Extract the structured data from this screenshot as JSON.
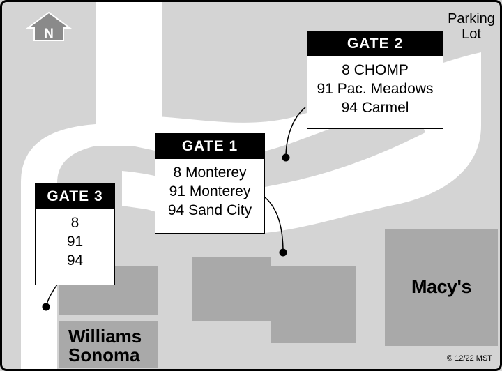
{
  "map": {
    "colors": {
      "background": "#d4d4d4",
      "building": "#a9a9a9",
      "road": "#ffffff",
      "border": "#000000"
    },
    "north_symbol": "N",
    "labels": {
      "parking": [
        "Parking",
        "Lot"
      ],
      "macys": "Macy's",
      "williams_sonoma": [
        "Williams",
        "Sonoma"
      ],
      "copyright": "© 12/22 MST"
    },
    "gates": [
      {
        "title": "GATE 1",
        "routes": [
          "8 Monterey",
          "91 Monterey",
          "94 Sand City"
        ]
      },
      {
        "title": "GATE 2",
        "routes": [
          "8 CHOMP",
          "91 Pac. Meadows",
          "94 Carmel"
        ]
      },
      {
        "title": "GATE 3",
        "routes": [
          "8",
          "91",
          "94"
        ]
      }
    ]
  }
}
